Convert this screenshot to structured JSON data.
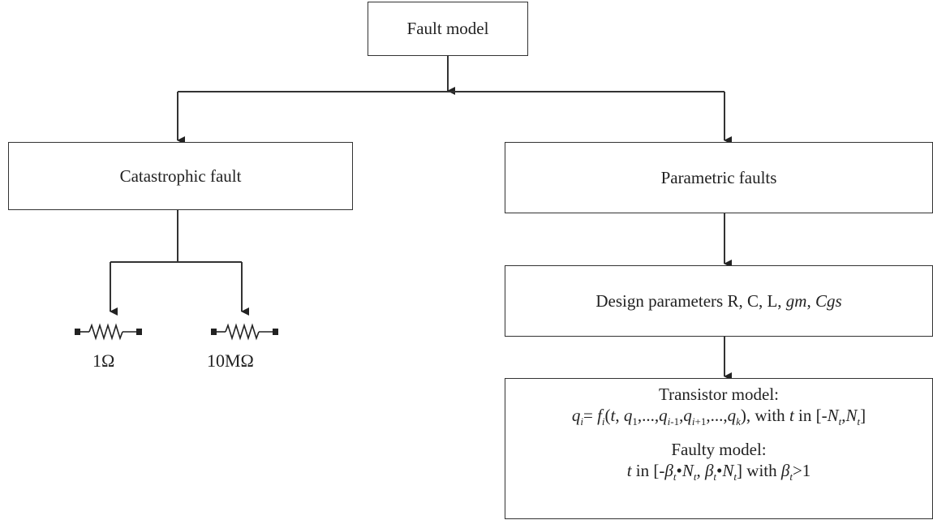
{
  "root": {
    "label": "Fault model"
  },
  "catastrophic": {
    "label": "Catastrophic fault",
    "resistors": [
      {
        "value": "1Ω"
      },
      {
        "value": "10MΩ"
      }
    ]
  },
  "parametric": {
    "label": "Parametric faults"
  },
  "design": {
    "label_prefix": "Design parameters R, C, L, ",
    "gm": "gm",
    "sep": ", ",
    "cgs": "Cgs"
  },
  "transistor": {
    "title": "Transistor model:",
    "faulty_title": "Faulty model:"
  }
}
